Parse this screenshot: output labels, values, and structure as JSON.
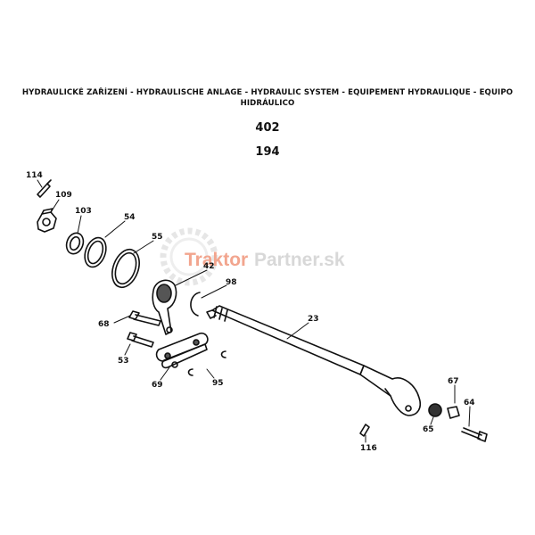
{
  "header": {
    "title_line1": "HYDRAULICKÉ ZAŘÍZENÍ - HYDRAULISCHE ANLAGE - HYDRAULIC SYSTEM - EQUIPEMENT HYDRAULIQUE - EQUIPO",
    "title_line2": "HIDRÁULICO",
    "code_1": "402",
    "code_2": "194"
  },
  "watermark": {
    "part_1": "Traktor",
    "part_2": "Partner.sk",
    "colors": {
      "primary": "#f2a58e",
      "secondary": "#d8d8d8"
    }
  },
  "parts": {
    "p114": "114",
    "p109": "109",
    "p103": "103",
    "p54": "54",
    "p55": "55",
    "p42": "42",
    "p98": "98",
    "p23": "23",
    "p68": "68",
    "p53": "53",
    "p69": "69",
    "p95": "95",
    "p67": "67",
    "p64": "64",
    "p65": "65",
    "p116": "116"
  }
}
